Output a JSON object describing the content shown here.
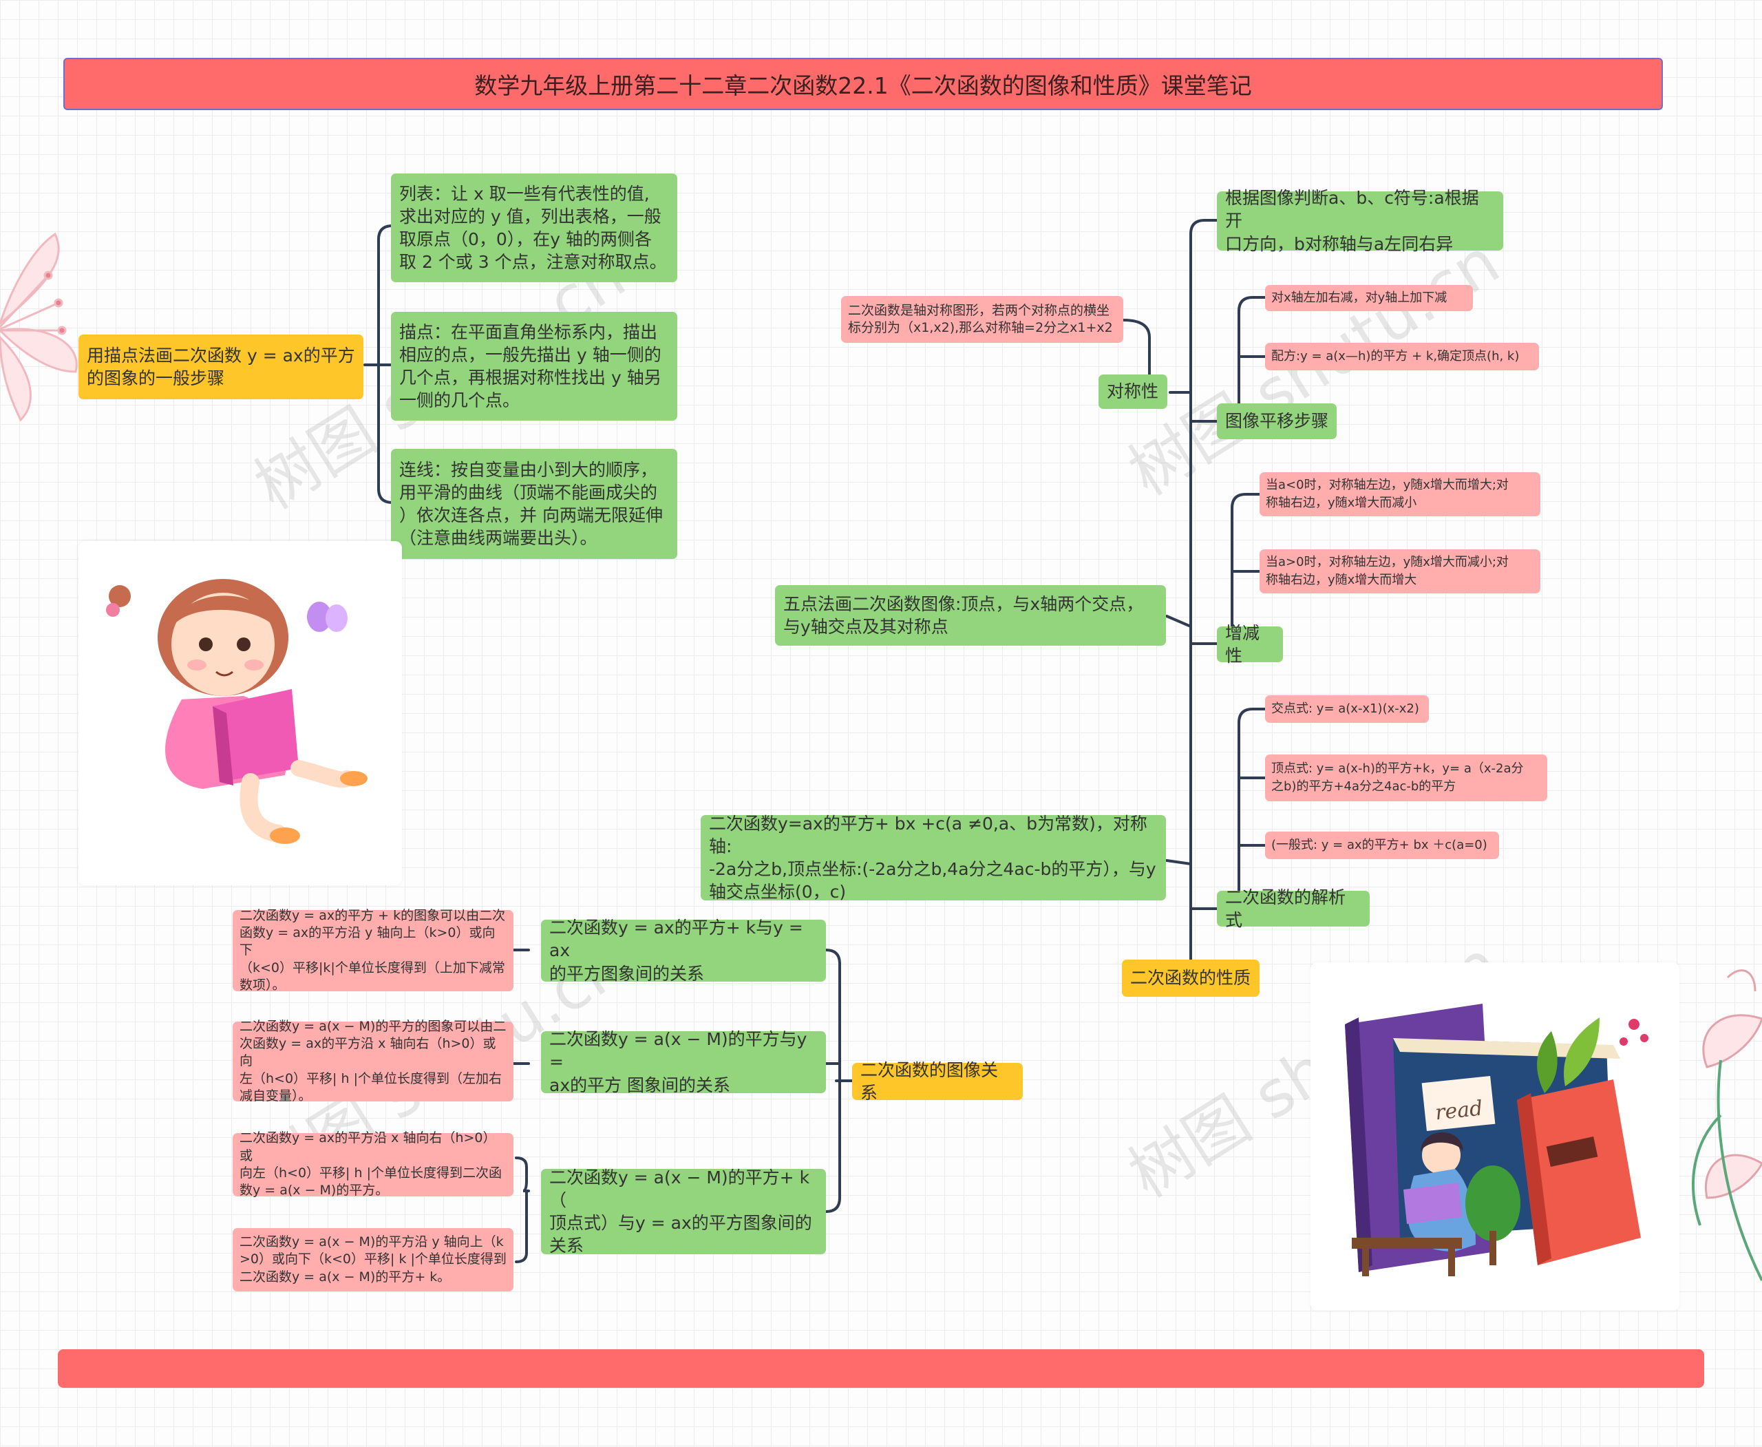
{
  "title": "数学九年级上册第二十二章二次函数22.1《二次函数的图像和性质》课堂笔记",
  "watermark": "树图 shutu.cn",
  "left_branch": {
    "topic": "用描点法画二次函数 y = ax的平方\n的图象的一般步骤",
    "steps": [
      "列表：让 x 取一些有代表性的值,\n求出对应的 y 值，列出表格，一般\n取原点（0，0），在y 轴的两侧各\n取 2 个或 3 个点，注意对称取点。",
      "描点：在平面直角坐标系内，描出\n相应的点，一般先描出 y 轴一侧的\n几个点，再根据对称性找出 y 轴另\n一侧的几个点。",
      "连线：按自变量由小到大的顺序，\n用平滑的曲线（顶端不能画成尖的\n）依次连各点，并 向两端无限延伸\n（注意曲线两端要出头）。"
    ]
  },
  "right_branch": {
    "topic": "二次函数的性质",
    "items": {
      "sign_judgement": "根据图像判断a、b、c符号:a根据开\n口方向，b对称轴与a左同右异",
      "symmetry": "对称性",
      "symmetry_note": "二次函数是轴对称图形，若两个对称点的横坐\n标分别为（x1,x2),那么对称轴=2分之x1+x2",
      "translation": "图像平移步骤",
      "translation_sub": [
        "对x轴左加右减，对y轴上加下减",
        "配方:y = a(x—h)的平方 + k,确定顶点(h,   k)"
      ],
      "monotonic": "增减性",
      "monotonic_sub": [
        "当a<0时，对称轴左边，y随x增大而增大;对\n称轴右边，y随x增大而减小",
        "当a>0时，对称轴左边，y随x增大而减小;对\n称轴右边，y随x增大而增大"
      ],
      "five_points": "五点法画二次函数图像:顶点，与x轴两个交点，\n与y轴交点及其对称点",
      "expression": "二次函数的解析式",
      "expression_sub": [
        "交点式: y= a(x-x1)(x-x2)",
        "顶点式: y= a(x-h)的平方+k，y= a（x-2a分\n之b)的平方+4a分之4ac-b的平方",
        "(一般式: y = ax的平方+ bx ＋c(a=0)"
      ],
      "general_form": "二次函数y=ax的平方+ bx +c(a ≠0,a、b为常数)，对称轴:\n-2a分之b,顶点坐标:(-2a分之b,4a分之4ac-b的平方），与y\n轴交点坐标(0，c)"
    }
  },
  "bottom_branch": {
    "topic": "二次函数的图像关系",
    "relations": [
      {
        "label": "二次函数y = ax的平方+ k与y = ax\n的平方图象间的关系",
        "notes": [
          "二次函数y = ax的平方 + k的图象可以由二次\n函数y = ax的平方沿 y 轴向上（k>0）或向下\n（k<0）平移|k|个单位长度得到（上加下减常\n数项）。"
        ]
      },
      {
        "label": "二次函数y = a(x − M)的平方与y =\n ax的平方 图象间的关系",
        "notes": [
          "二次函数y = a(x − M)的平方的图象可以由二\n次函数y = ax的平方沿 x 轴向右（h>0）或向\n左（h<0）平移| h |个单位长度得到（左加右\n减自变量）。"
        ]
      },
      {
        "label": "二次函数y = a(x − M)的平方+ k（\n顶点式）与y = ax的平方图象间的\n关系",
        "notes": [
          "二次函数y = ax的平方沿 x 轴向右（h>0）或\n向左（h<0）平移| h |个单位长度得到二次函\n数y = a(x − M)的平方。",
          "二次函数y = a(x − M)的平方沿 y 轴向上（k\n>0）或向下（k<0）平移| k |个单位长度得到\n二次函数y = a(x − M)的平方+ k。"
        ]
      }
    ]
  },
  "illustrations": {
    "left": "girl-reading-book",
    "right": "books-and-reading-girl",
    "right_text": "read"
  },
  "colors": {
    "title_bar": "#ff6b6b",
    "green_node": "#92d57c",
    "yellow_node": "#ffc62a",
    "pink_node": "#ffadad",
    "connector": "#2f3c52"
  }
}
